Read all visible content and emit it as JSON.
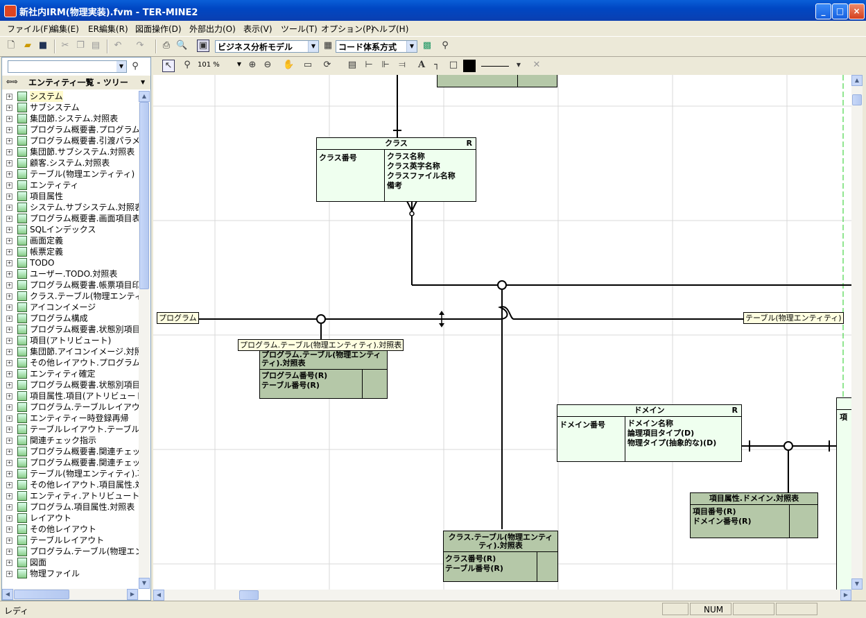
{
  "window": {
    "title": "新社内IRM(物理実装).fvm - TER-MINE2",
    "minimize": "_",
    "maximize": "□",
    "close": "×"
  },
  "menu": [
    "ファイル(F)",
    "編集(E)",
    "ER編集(R)",
    "図面操作(D)",
    "外部出力(O)",
    "表示(V)",
    "ツール(T)",
    "オプション(P)",
    "ヘルプ(H)"
  ],
  "toolbar": {
    "model_select": "ビジネス分析モデル",
    "code_select": "コード体系方式",
    "zoom": "101 %"
  },
  "left_pane": {
    "header": "エンティティ一覧 - ツリー",
    "items": [
      "システム",
      "サブシステム",
      "集団節.システム.対照表",
      "プログラム概要書.プログラムアクセ",
      "プログラム概要書.引渡パラメータ",
      "集団節.サブシステム.対照表",
      "顧客.システム.対照表",
      "テーブル(物理エンティティ)",
      "エンティティ",
      "項目属性",
      "システム.サブシステム.対照表",
      "プログラム概要書.画面項目表示",
      "SQLインデックス",
      "画面定義",
      "帳票定義",
      "TODO",
      "ユーザー.TODO.対照表",
      "プログラム概要書.帳票項目印字",
      "クラス.テーブル(物理エンティティ).対",
      "アイコンイメージ",
      "プログラム構成",
      "プログラム概要書.状態別項目入",
      "項目(アトリビュート)",
      "集団節.アイコンイメージ.対照表",
      "その他レイアウト.プログラム.対照表",
      "エンティティ確定",
      "プログラム概要書.状態別項目入",
      "項目属性.項目(アトリビュート).対照",
      "プログラム.テーブルレイアウト.対照",
      "エンティティー時登録再帰",
      "テーブルレイアウト.テーブル(物理エ",
      "関連チェック指示",
      "プログラム概要書.関連チェック指示",
      "プログラム概要書.関連チェック指示",
      "テーブル(物理エンティティ).項目(",
      "その他レイアウト.項目属性.対照表",
      "エンティティ.アトリビュート.対照表",
      "プログラム.項目属性.対照表",
      "レイアウト",
      "その他レイアウト",
      "テーブルレイアウト",
      "プログラム.テーブル(物理エンティティ",
      "図面",
      "物理ファイル"
    ]
  },
  "canvas": {
    "entities": {
      "class": {
        "title": "クラス",
        "mark": "R",
        "key": "クラス番号",
        "attrs": [
          "クラス名称",
          "クラス英字名称",
          "クラスファイル名称",
          "備考"
        ]
      },
      "prog_table": {
        "title": "プログラム.テーブル(物理エンティティ).対照表",
        "attrs": [
          "プログラム番号(R)",
          "テーブル番号(R)"
        ]
      },
      "domain": {
        "title": "ドメイン",
        "mark": "R",
        "key": "ドメイン番号",
        "attrs": [
          "ドメイン名称",
          "論理項目タイプ(D)",
          "物理タイプ(抽象的な)(D)"
        ]
      },
      "item_domain": {
        "title": "項目属性.ドメイン.対照表",
        "attrs": [
          "項目番号(R)",
          "ドメイン番号(R)"
        ]
      },
      "class_table": {
        "title": "クラス.テーブル(物理エンティティ).対照表",
        "attrs": [
          "クラス番号(R)",
          "テーブル番号(R)"
        ]
      },
      "partial_right": {
        "title": "項"
      }
    },
    "labels": {
      "program": "プログラム",
      "table": "テーブル(物理エンティティ)",
      "relation": "プログラム.テーブル(物理エンティティ).対照表"
    }
  },
  "status": {
    "text": "レディ",
    "num": "NUM"
  },
  "colors": {
    "entity_light": "#efffef",
    "entity_dark": "#b5c8a8",
    "titlebar": "#0047c3"
  }
}
